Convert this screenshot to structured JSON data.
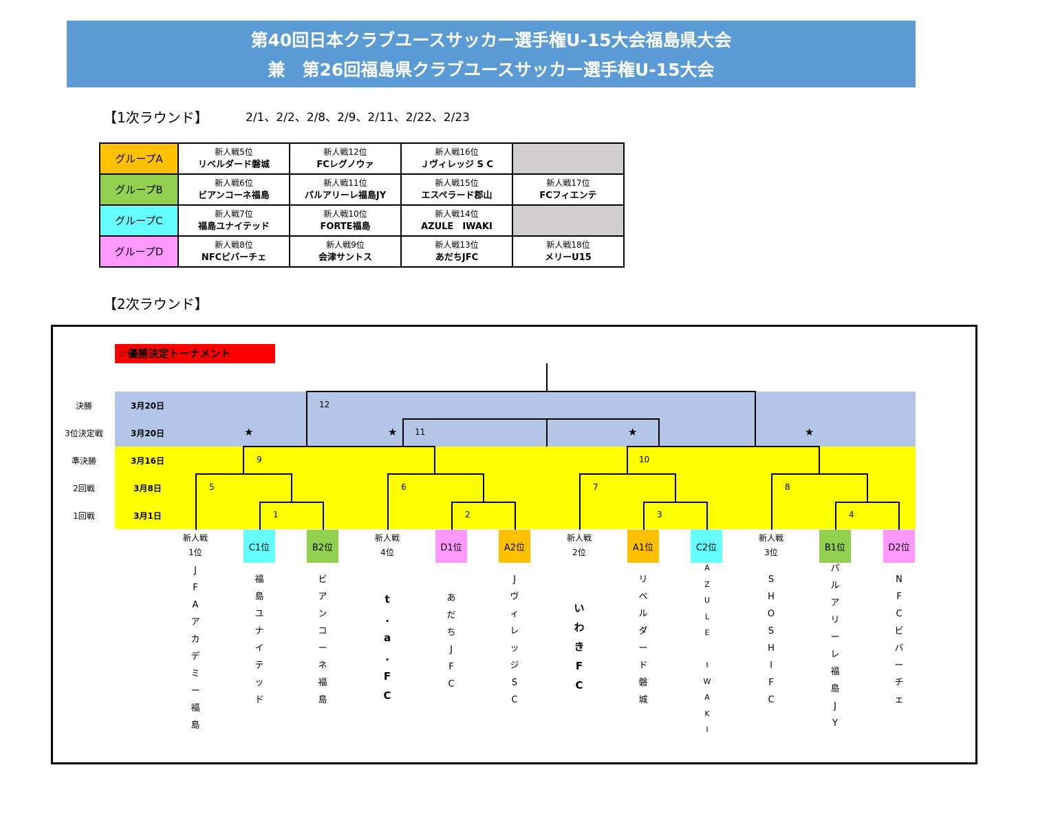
{
  "header": {
    "line1": "第40回日本クラブユースサッカー選手権U-15大会福島県大会",
    "line2": "兼　第26回福島県クラブユースサッカー選手権U-15大会"
  },
  "round1": {
    "label": "【1次ラウンド】",
    "dates": "2/1、2/2、2/8、2/9、2/11、2/22、2/23"
  },
  "groups": [
    {
      "name": "グループA",
      "color": "#ffc000",
      "teams": [
        {
          "rank": "新人戦5位",
          "name": "リベルダード磐城"
        },
        {
          "rank": "新人戦12位",
          "name": "FCレグノウァ"
        },
        {
          "rank": "新人戦16位",
          "name": "Ｊヴィレッジ S C"
        },
        {
          "rank": "",
          "name": ""
        }
      ]
    },
    {
      "name": "グループB",
      "color": "#92d050",
      "teams": [
        {
          "rank": "新人戦6位",
          "name": "ビアンコーネ福島"
        },
        {
          "rank": "新人戦11位",
          "name": "パルアリーレ福島JY"
        },
        {
          "rank": "新人戦15位",
          "name": "エスペラード郡山"
        },
        {
          "rank": "新人戦17位",
          "name": "FCフィエンテ"
        }
      ]
    },
    {
      "name": "グループC",
      "color": "#66ffff",
      "teams": [
        {
          "rank": "新人戦7位",
          "name": "福島ユナイテッド"
        },
        {
          "rank": "新人戦10位",
          "name": "FORTE福島"
        },
        {
          "rank": "新人戦14位",
          "name": "AZULE　IWAKI"
        },
        {
          "rank": "",
          "name": ""
        }
      ]
    },
    {
      "name": "グループD",
      "color": "#ff99ff",
      "teams": [
        {
          "rank": "新人戦8位",
          "name": "NFCビバーチェ"
        },
        {
          "rank": "新人戦9位",
          "name": "会津サントス"
        },
        {
          "rank": "新人戦13位",
          "name": "あだちJFC"
        },
        {
          "rank": "新人戦18位",
          "name": "メリーU15"
        }
      ]
    }
  ],
  "round2": {
    "label": "【2次ラウンド】",
    "tournament_title": "☆優勝決定トーナメント"
  },
  "rounds": [
    {
      "name": "決勝",
      "date": "3月20日"
    },
    {
      "name": "3位決定戦",
      "date": "3月20日"
    },
    {
      "name": "準決勝",
      "date": "3月16日"
    },
    {
      "name": "2回戦",
      "date": "3月8日"
    },
    {
      "name": "1回戦",
      "date": "3月1日"
    }
  ],
  "matches": [
    "1",
    "2",
    "3",
    "4",
    "5",
    "6",
    "7",
    "8",
    "9",
    "10",
    "11",
    "12"
  ],
  "star": "★",
  "seeds": [
    {
      "label": "新人戦\n1位"
    },
    {
      "label": "新人戦\n4位"
    },
    {
      "label": "新人戦\n2位"
    },
    {
      "label": "新人戦\n3位"
    }
  ],
  "slots": [
    {
      "label": "C1位",
      "color": "#66ffff"
    },
    {
      "label": "B2位",
      "color": "#92d050"
    },
    {
      "label": "D1位",
      "color": "#ff99ff"
    },
    {
      "label": "A2位",
      "color": "#ffc000"
    },
    {
      "label": "A1位",
      "color": "#ffc000"
    },
    {
      "label": "C2位",
      "color": "#66ffff"
    },
    {
      "label": "B1位",
      "color": "#92d050"
    },
    {
      "label": "D2位",
      "color": "#ff99ff"
    }
  ],
  "bracket_teams": [
    "JFAアカデミー福島",
    "福島ユナイテッド",
    "ビアンコーネ福島",
    "t.a.FC",
    "あだちJFC",
    "JヴィレッジSC",
    "いわきFC",
    "リベルダード磐城",
    "AZULE IWAKI",
    "SHOSHIFC",
    "パルアリーレ福島JY",
    "NFCビバーチェ"
  ]
}
